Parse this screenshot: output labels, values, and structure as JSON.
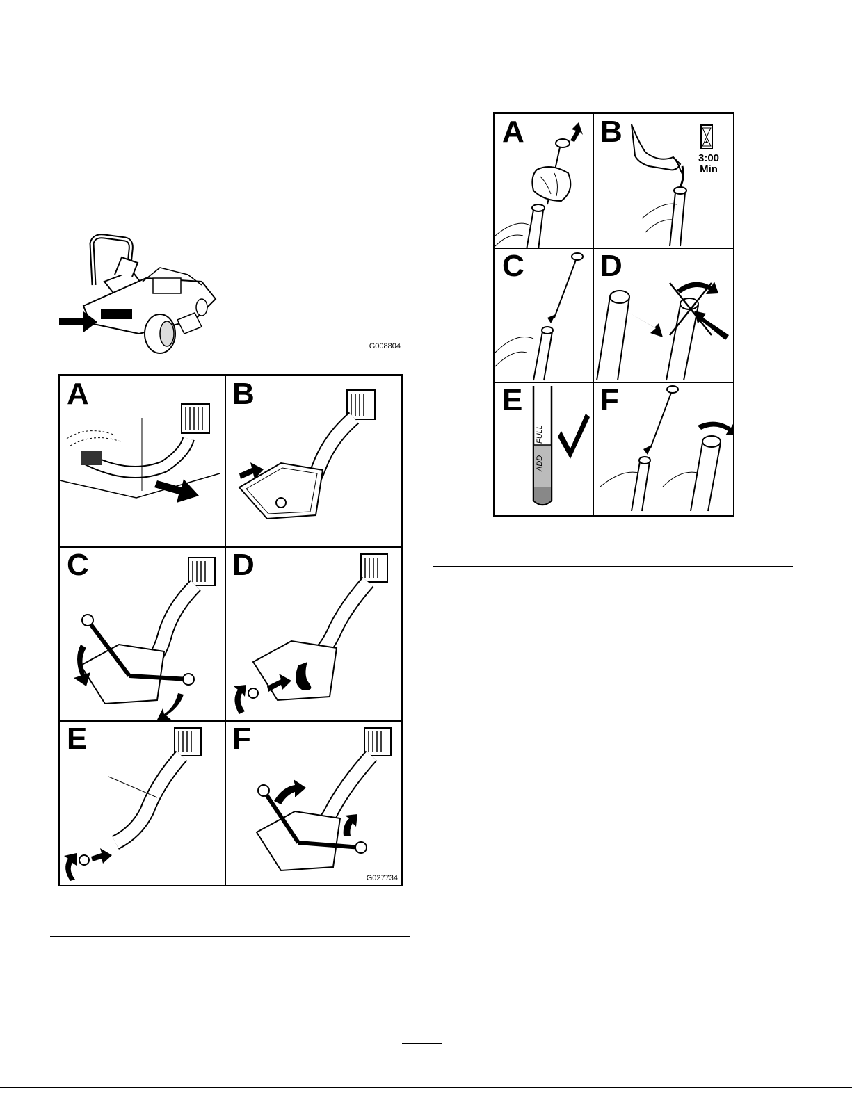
{
  "mower_figure": {
    "code": "G008804"
  },
  "drain_figure": {
    "code": "G027734",
    "panels": [
      "A",
      "B",
      "C",
      "D",
      "E",
      "F"
    ]
  },
  "fill_figure": {
    "panels": [
      "A",
      "B",
      "C",
      "D",
      "E",
      "F"
    ],
    "timer_value": "3:00",
    "timer_unit": "Min",
    "dipstick_labels": {
      "add": "ADD",
      "full": "FULL"
    }
  }
}
